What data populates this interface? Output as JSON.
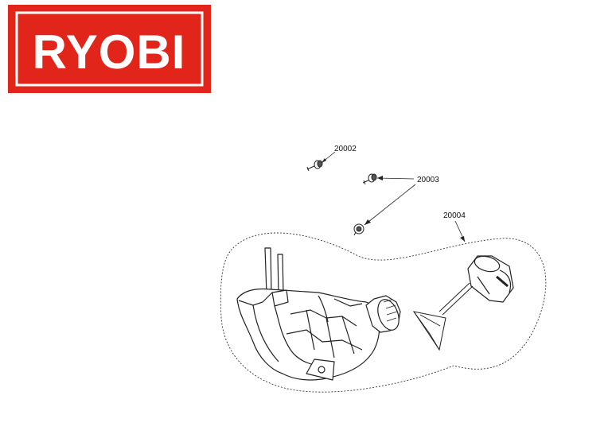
{
  "brand": {
    "name": "RYOBI",
    "color": "#e1251b"
  },
  "diagram": {
    "callouts": [
      {
        "id": "screw-a",
        "label": "20002"
      },
      {
        "id": "screws-b",
        "label": "20003"
      },
      {
        "id": "fuel-tank-assembly",
        "label": "20004"
      }
    ]
  }
}
